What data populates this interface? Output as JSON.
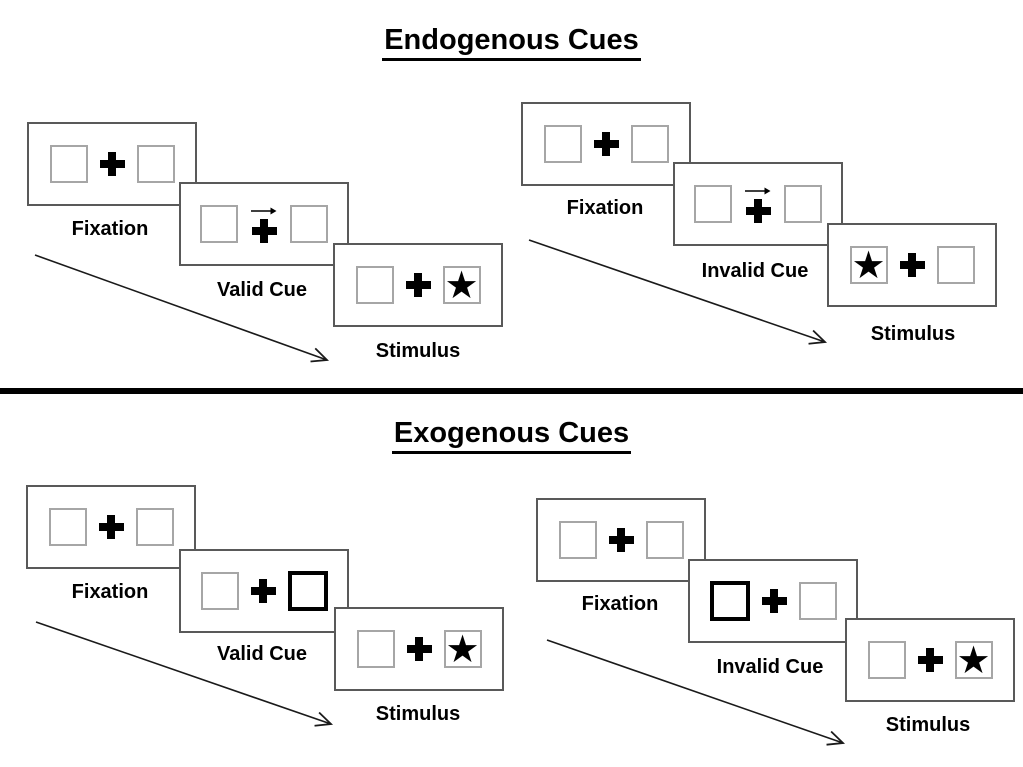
{
  "slide": {
    "background": "#ffffff"
  },
  "colors": {
    "ink": "#000000",
    "panel_border": "#595959",
    "box_border": "#a6a6a6",
    "highlight_box_border": "#000000"
  },
  "icons": {
    "star_glyph": "★",
    "fixation_cross": "heavy-plus-shape",
    "cue_arrow": "right-arrow",
    "timeline_arrow": "diagonal-line-open-arrowhead"
  },
  "divider": {
    "type": "thick-horizontal-rule"
  },
  "sections": [
    {
      "id": "endogenous",
      "title": "Endogenous Cues",
      "groups": [
        {
          "id": "valid",
          "panels": [
            {
              "label": "Fixation",
              "content": "two-empty-boxes-central-cross"
            },
            {
              "label": "Valid Cue",
              "content": "central-arrow-cue",
              "cue_direction": "right"
            },
            {
              "label": "Stimulus",
              "content": "star-target",
              "star_box": "right"
            }
          ]
        },
        {
          "id": "invalid",
          "panels": [
            {
              "label": "Fixation",
              "content": "two-empty-boxes-central-cross"
            },
            {
              "label": "Invalid Cue",
              "content": "central-arrow-cue",
              "cue_direction": "right"
            },
            {
              "label": "Stimulus",
              "content": "star-target",
              "star_box": "left"
            }
          ]
        }
      ]
    },
    {
      "id": "exogenous",
      "title": "Exogenous Cues",
      "groups": [
        {
          "id": "valid",
          "panels": [
            {
              "label": "Fixation",
              "content": "two-empty-boxes-central-cross"
            },
            {
              "label": "Valid Cue",
              "content": "peripheral-box-highlight",
              "highlighted_box": "right"
            },
            {
              "label": "Stimulus",
              "content": "star-target",
              "star_box": "right"
            }
          ]
        },
        {
          "id": "invalid",
          "panels": [
            {
              "label": "Fixation",
              "content": "two-empty-boxes-central-cross"
            },
            {
              "label": "Invalid Cue",
              "content": "peripheral-box-highlight",
              "highlighted_box": "left"
            },
            {
              "label": "Stimulus",
              "content": "star-target",
              "star_box": "right"
            }
          ]
        }
      ]
    }
  ]
}
